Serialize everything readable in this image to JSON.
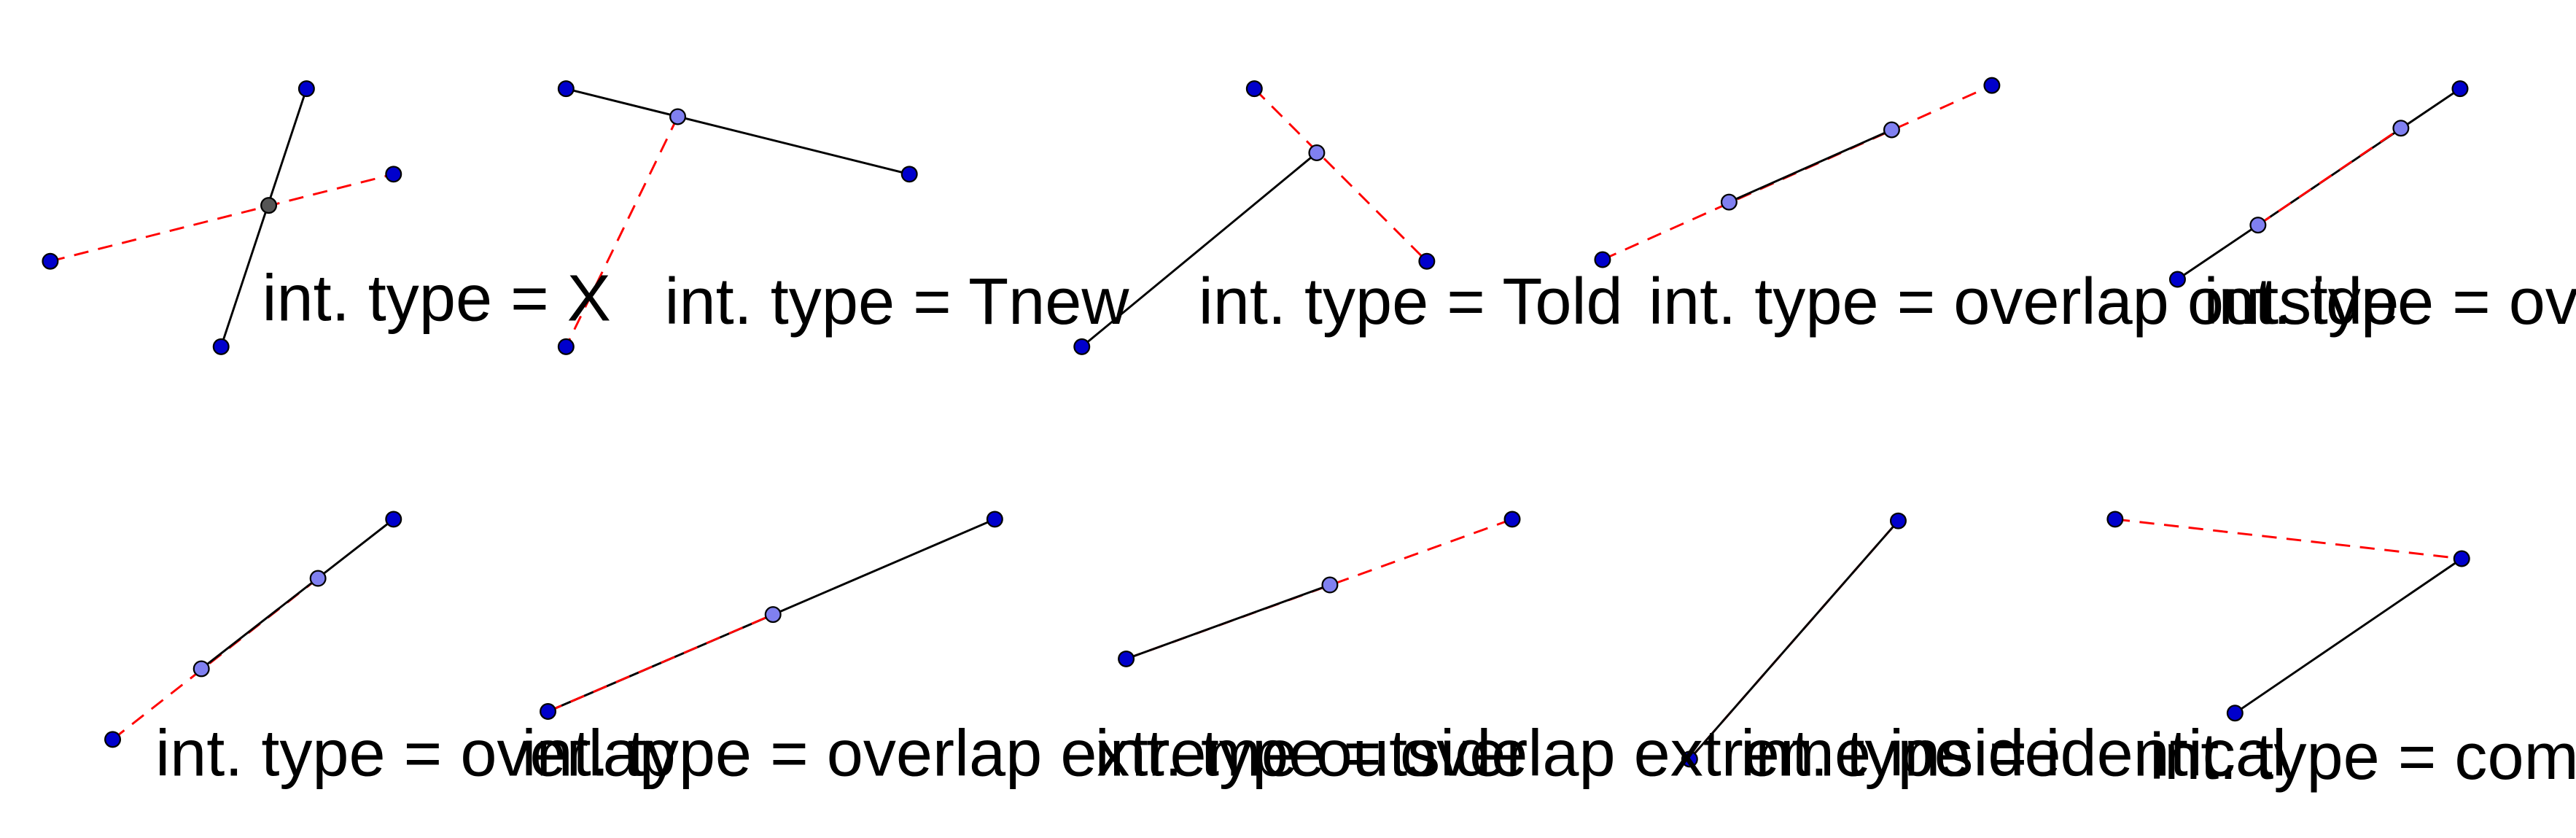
{
  "colors": {
    "segment_solid": "#000000",
    "segment_dashed": "#ff0000",
    "endpoint_fill": "#0000cc",
    "intersection_fill": "#8080f0",
    "crossing_fill": "#555555",
    "point_stroke": "#000000"
  },
  "panels": [
    {
      "id": "x",
      "label": "int. type = X",
      "segments": [
        {
          "style": "solid",
          "from": [
            186,
            54
          ],
          "to": [
            134,
            211
          ]
        },
        {
          "style": "dashed",
          "from": [
            30,
            159
          ],
          "to": [
            239,
            106
          ]
        }
      ],
      "points": [
        {
          "kind": "endpoint",
          "at": [
            186,
            54
          ]
        },
        {
          "kind": "endpoint",
          "at": [
            134,
            211
          ]
        },
        {
          "kind": "endpoint",
          "at": [
            30,
            159
          ]
        },
        {
          "kind": "endpoint",
          "at": [
            239,
            106
          ]
        },
        {
          "kind": "crossing",
          "at": [
            163,
            125
          ]
        }
      ]
    },
    {
      "id": "tnew",
      "label": "int. type = Tnew",
      "segments": [
        {
          "style": "solid",
          "from": [
            344,
            54
          ],
          "to": [
            553,
            106
          ]
        },
        {
          "style": "dashed",
          "from": [
            412,
            71
          ],
          "to": [
            344,
            211
          ]
        }
      ],
      "points": [
        {
          "kind": "endpoint",
          "at": [
            344,
            54
          ]
        },
        {
          "kind": "endpoint",
          "at": [
            553,
            106
          ]
        },
        {
          "kind": "endpoint",
          "at": [
            344,
            211
          ]
        },
        {
          "kind": "intersection",
          "at": [
            412,
            71
          ]
        }
      ]
    },
    {
      "id": "told",
      "label": "int. type = Told",
      "segments": [
        {
          "style": "solid",
          "from": [
            658,
            211
          ],
          "to": [
            801,
            93
          ]
        },
        {
          "style": "dashed",
          "from": [
            763,
            54
          ],
          "to": [
            868,
            159
          ]
        }
      ],
      "points": [
        {
          "kind": "endpoint",
          "at": [
            658,
            211
          ]
        },
        {
          "kind": "endpoint",
          "at": [
            763,
            54
          ]
        },
        {
          "kind": "endpoint",
          "at": [
            868,
            159
          ]
        },
        {
          "kind": "intersection",
          "at": [
            801,
            93
          ]
        }
      ]
    },
    {
      "id": "overlap-outside",
      "label": "int. type = overlap outside",
      "segments": [
        {
          "style": "dashed",
          "from": [
            975,
            158
          ],
          "to": [
            1212,
            52
          ]
        },
        {
          "style": "solid",
          "from": [
            1052,
            123
          ],
          "to": [
            1151,
            79
          ]
        }
      ],
      "points": [
        {
          "kind": "endpoint",
          "at": [
            975,
            158
          ]
        },
        {
          "kind": "endpoint",
          "at": [
            1212,
            52
          ]
        },
        {
          "kind": "intersection",
          "at": [
            1052,
            123
          ]
        },
        {
          "kind": "intersection",
          "at": [
            1151,
            79
          ]
        }
      ]
    },
    {
      "id": "overlap-inside",
      "label": "int. type = overlap inside",
      "segments": [
        {
          "style": "solid",
          "from": [
            1325,
            170
          ],
          "to": [
            1497,
            54
          ]
        },
        {
          "style": "dashed",
          "from": [
            1374,
            137
          ],
          "to": [
            1461,
            78
          ]
        }
      ],
      "points": [
        {
          "kind": "endpoint",
          "at": [
            1325,
            170
          ]
        },
        {
          "kind": "endpoint",
          "at": [
            1497,
            54
          ]
        },
        {
          "kind": "intersection",
          "at": [
            1374,
            137
          ]
        },
        {
          "kind": "intersection",
          "at": [
            1461,
            78
          ]
        }
      ]
    },
    {
      "id": "overlap",
      "label": "int. type = overlap",
      "segments": [
        {
          "style": "dashed",
          "from": [
            68,
            450
          ],
          "to": [
            193,
            352
          ]
        },
        {
          "style": "solid",
          "from": [
            122,
            407
          ],
          "to": [
            239,
            316
          ]
        }
      ],
      "points": [
        {
          "kind": "endpoint",
          "at": [
            68,
            450
          ]
        },
        {
          "kind": "endpoint",
          "at": [
            239,
            316
          ]
        },
        {
          "kind": "intersection",
          "at": [
            122,
            407
          ]
        },
        {
          "kind": "intersection",
          "at": [
            193,
            352
          ]
        }
      ]
    },
    {
      "id": "overlap-extreme-outside",
      "label": "int. type = overlap extreme outside",
      "segments": [
        {
          "style": "solid",
          "from": [
            333,
            433
          ],
          "to": [
            605,
            316
          ]
        },
        {
          "style": "dashed",
          "from": [
            333,
            433
          ],
          "to": [
            470,
            374
          ]
        }
      ],
      "points": [
        {
          "kind": "endpoint",
          "at": [
            333,
            433
          ]
        },
        {
          "kind": "endpoint",
          "at": [
            605,
            316
          ]
        },
        {
          "kind": "intersection",
          "at": [
            470,
            374
          ]
        }
      ]
    },
    {
      "id": "overlap-extreme-inside",
      "label": "int. type = overlap extreme inside",
      "segments": [
        {
          "style": "dashed",
          "from": [
            685,
            401
          ],
          "to": [
            920,
            316
          ]
        },
        {
          "style": "solid",
          "from": [
            685,
            401
          ],
          "to": [
            809,
            356
          ]
        }
      ],
      "points": [
        {
          "kind": "endpoint",
          "at": [
            685,
            401
          ]
        },
        {
          "kind": "endpoint",
          "at": [
            920,
            316
          ]
        },
        {
          "kind": "intersection",
          "at": [
            809,
            356
          ]
        }
      ]
    },
    {
      "id": "identical",
      "label": "int. type = identical",
      "segments": [
        {
          "style": "dashed",
          "from": [
            1028,
            462
          ],
          "to": [
            1155,
            317
          ]
        },
        {
          "style": "solid",
          "from": [
            1028,
            462
          ],
          "to": [
            1155,
            317
          ]
        }
      ],
      "points": [
        {
          "kind": "endpoint",
          "at": [
            1028,
            462
          ]
        },
        {
          "kind": "endpoint",
          "at": [
            1155,
            317
          ]
        }
      ]
    },
    {
      "id": "common-extreme",
      "label": "int. type = common extreme",
      "segments": [
        {
          "style": "dashed",
          "from": [
            1287,
            316
          ],
          "to": [
            1498,
            340
          ]
        },
        {
          "style": "solid",
          "from": [
            1360,
            434
          ],
          "to": [
            1498,
            340
          ]
        }
      ],
      "points": [
        {
          "kind": "endpoint",
          "at": [
            1287,
            316
          ]
        },
        {
          "kind": "endpoint",
          "at": [
            1360,
            434
          ]
        },
        {
          "kind": "endpoint",
          "at": [
            1498,
            340
          ]
        }
      ]
    }
  ]
}
